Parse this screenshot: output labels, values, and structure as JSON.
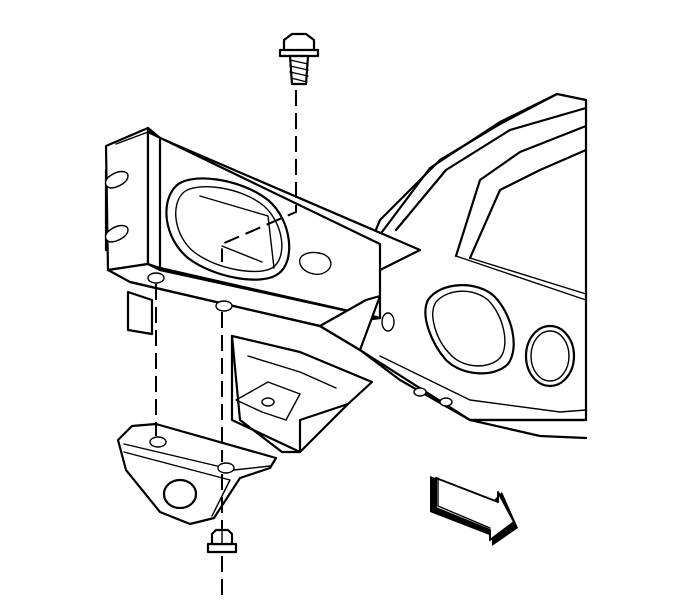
{
  "figure": {
    "background": "#ffffff",
    "stroke": "#000000",
    "components": [
      {
        "name": "bolt",
        "icon": "hex-flange-bolt"
      },
      {
        "name": "frame-rail",
        "icon": "box-section-frame"
      },
      {
        "name": "crossmember",
        "icon": "stamped-crossmember"
      },
      {
        "name": "mounting-bracket",
        "icon": "bracket"
      },
      {
        "name": "nut",
        "icon": "hex-flange-nut"
      },
      {
        "name": "forward-arrow",
        "icon": "direction-arrow"
      }
    ]
  }
}
